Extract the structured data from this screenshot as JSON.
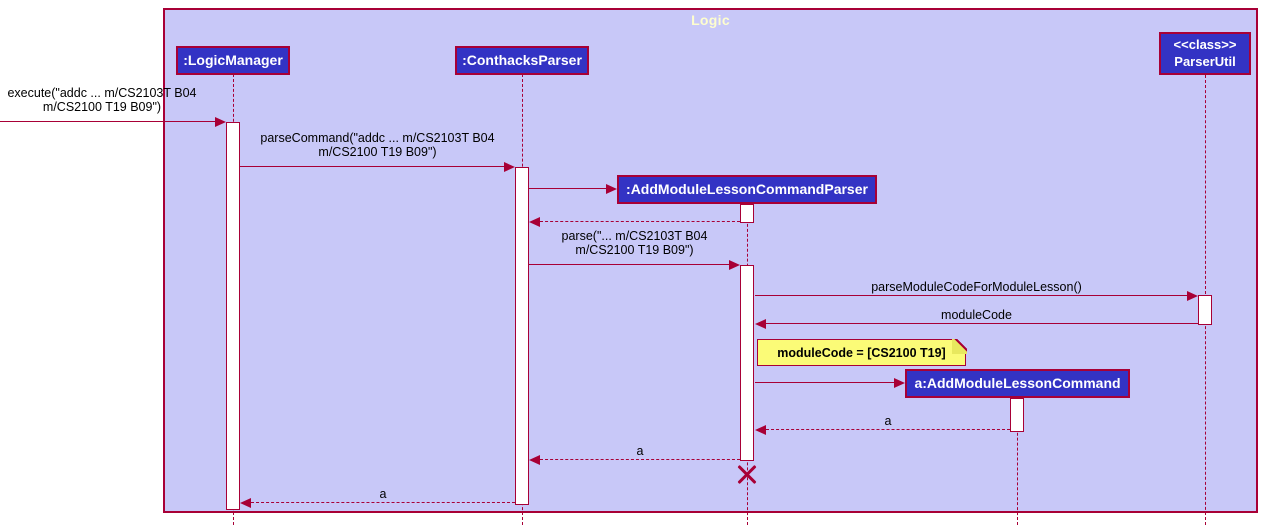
{
  "frame": {
    "title": "Logic"
  },
  "participants": {
    "logic_manager": ":LogicManager",
    "conthacks_parser": ":ConthacksParser",
    "add_module_lesson_command_parser": ":AddModuleLessonCommandParser",
    "add_module_lesson_command": "a:AddModuleLessonCommand",
    "parser_util_stereotype": "<<class>>",
    "parser_util_name": "ParserUtil"
  },
  "messages": {
    "execute_line1": "execute(\"addc ... m/CS2103T B04",
    "execute_line2": "m/CS2100 T19 B09\")",
    "parse_command_line1": "parseCommand(\"addc ... m/CS2103T B04",
    "parse_command_line2": "m/CS2100 T19 B09\")",
    "parse_line1": "parse(\"... m/CS2103T B04",
    "parse_line2": "m/CS2100 T19 B09\")",
    "parse_module_code": "parseModuleCodeForModuleLesson()",
    "module_code_return": "moduleCode",
    "return_a_command": "a",
    "return_a_parser": "a",
    "return_a_logic": "a"
  },
  "note": {
    "text": "moduleCode = [CS2100 T19]"
  },
  "colors": {
    "frame_background": "#C8C8F8",
    "participant_fill": "#3333C4",
    "accent_crimson": "#A80036",
    "note_fill": "#FBFB77",
    "participant_text": "#FFFFFF",
    "message_text": "#000000",
    "frame_title_text": "#FEFECE"
  }
}
